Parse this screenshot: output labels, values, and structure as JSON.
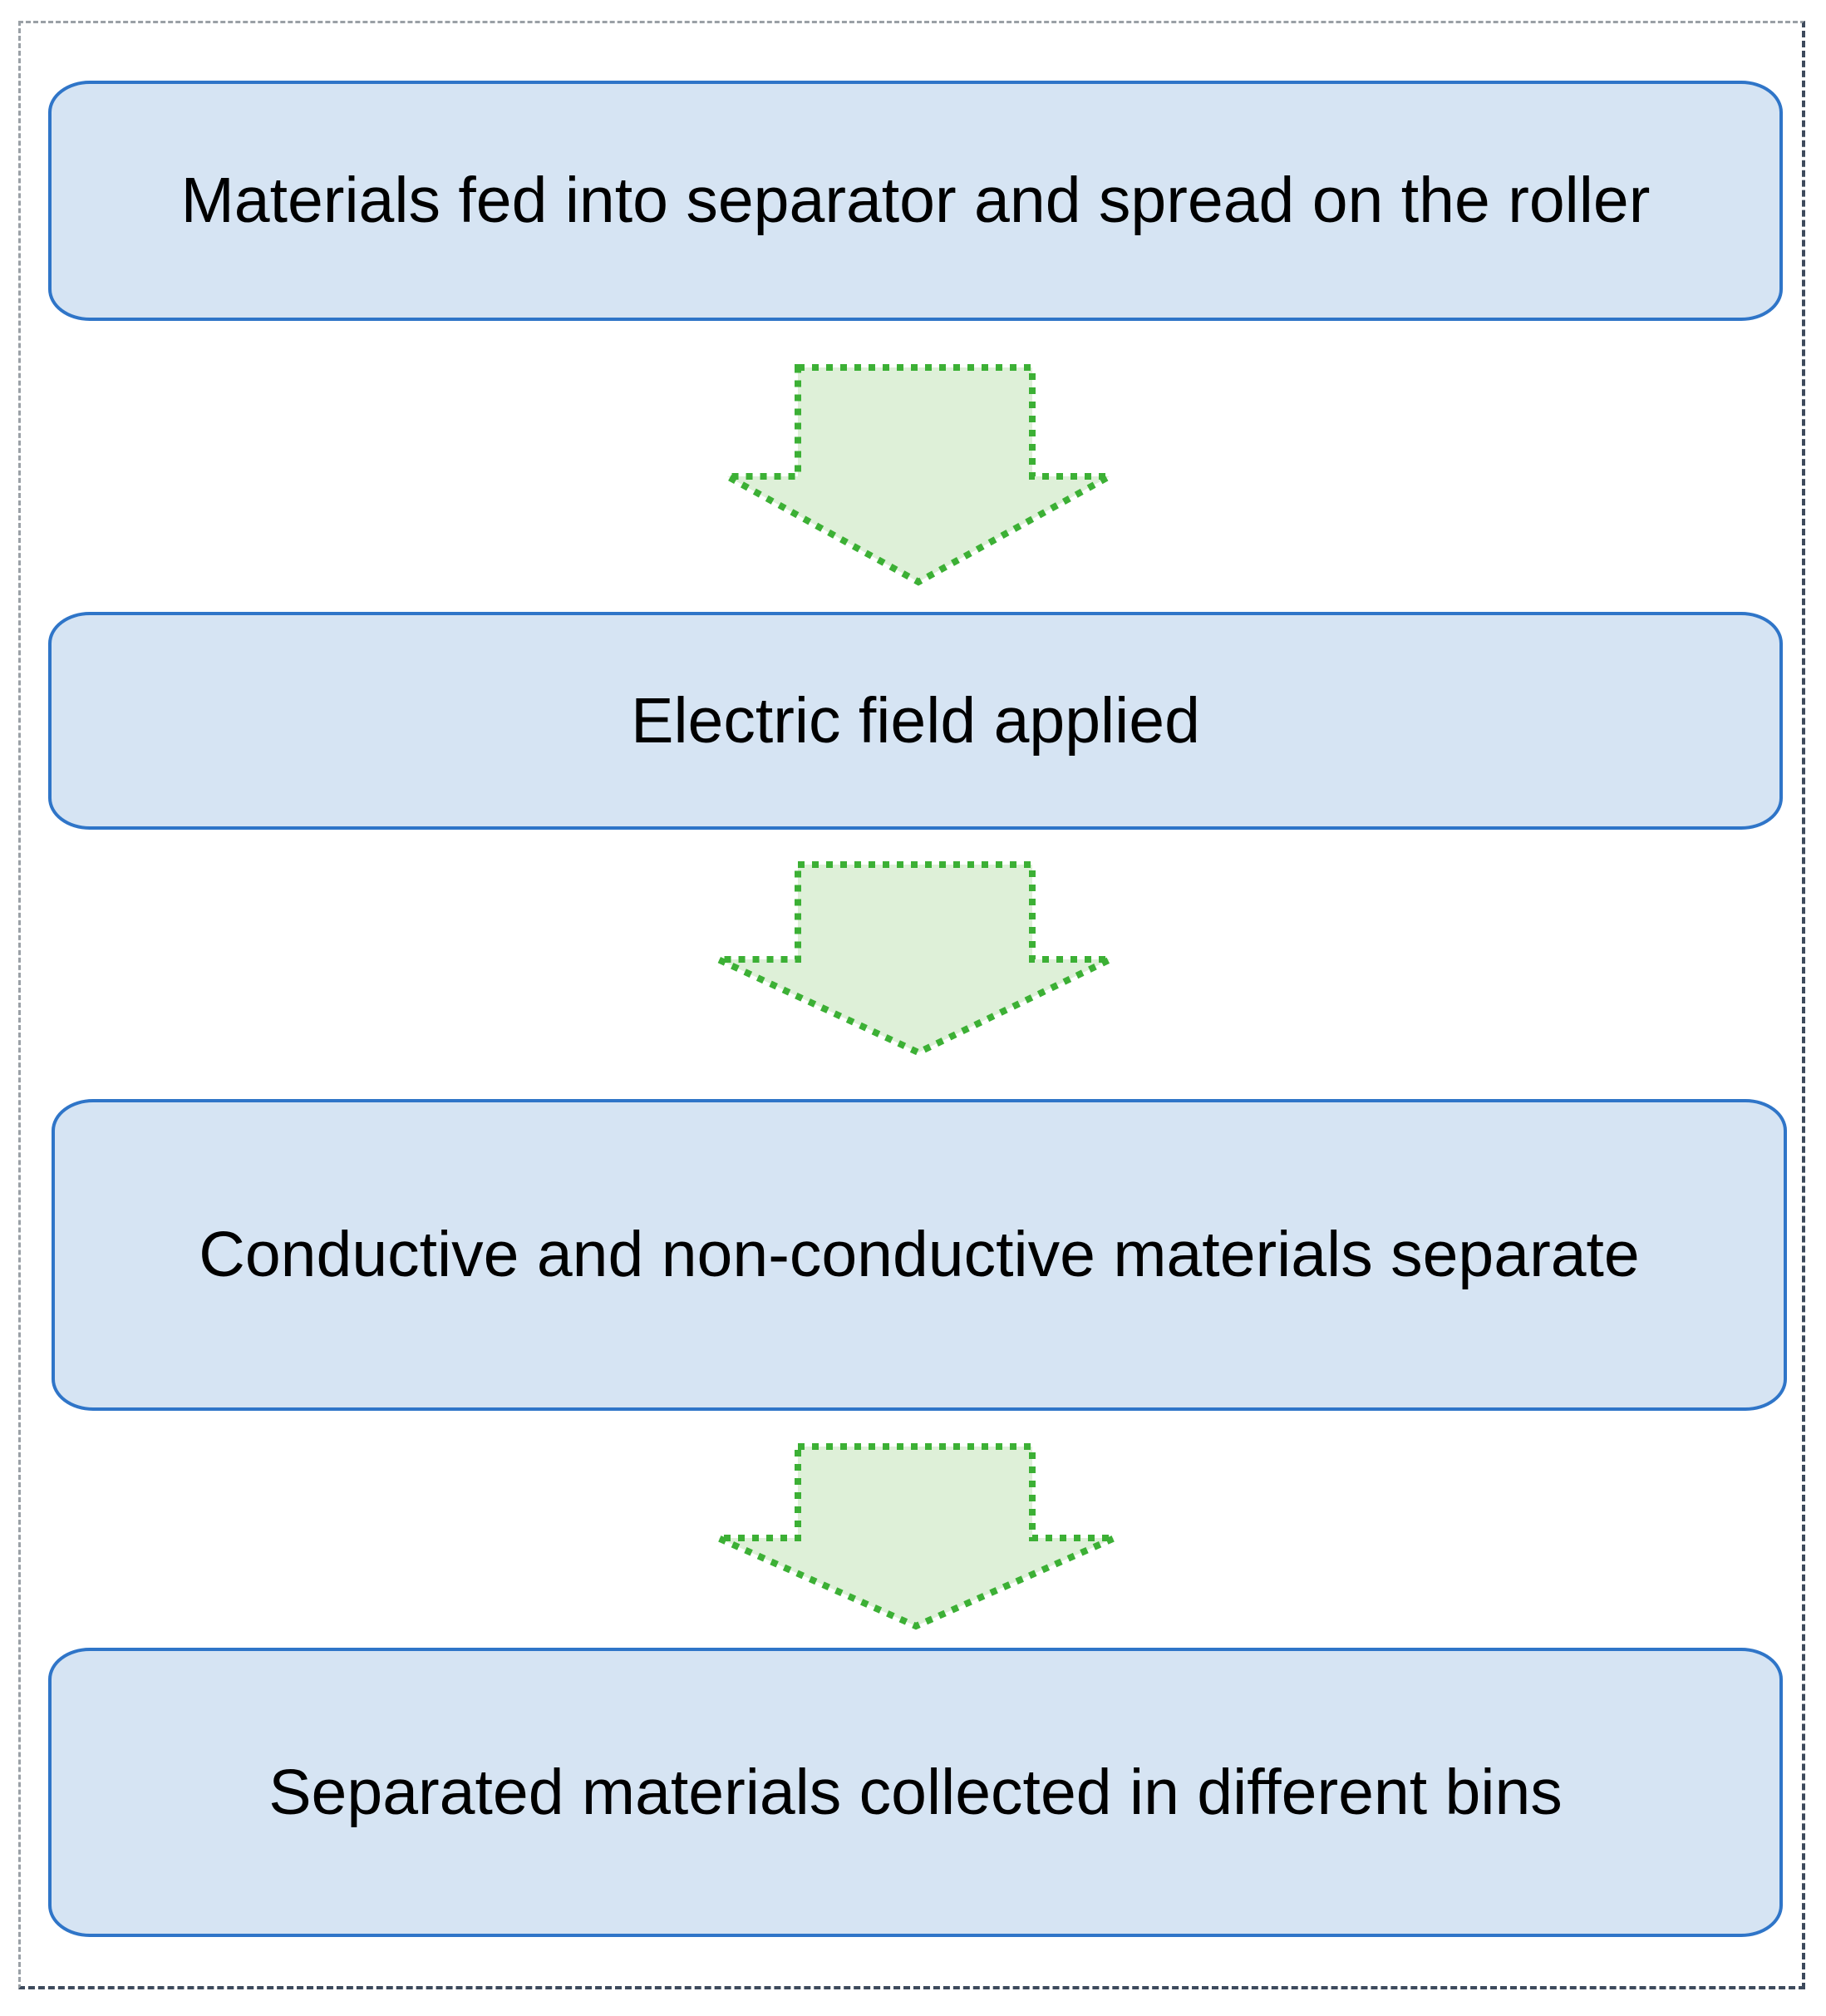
{
  "diagram": {
    "type": "flowchart",
    "direction": "top-to-bottom",
    "steps": [
      {
        "label": "Materials fed into separator and spread on the roller"
      },
      {
        "label": "Electric field applied"
      },
      {
        "label": "Conductive and non-conductive materials separate"
      },
      {
        "label": "Separated materials collected in different bins"
      }
    ],
    "connectors": [
      {
        "from": 1,
        "to": 2,
        "style": "dotted block arrow"
      },
      {
        "from": 2,
        "to": 3,
        "style": "dotted block arrow"
      },
      {
        "from": 3,
        "to": 4,
        "style": "dotted block arrow"
      }
    ]
  },
  "colors": {
    "box_fill": "#d6e4f3",
    "box_border": "#2f75c8",
    "arrow_fill": "#def0d8",
    "arrow_stroke": "#3cb035",
    "frame_border": "#3d4a5c"
  }
}
